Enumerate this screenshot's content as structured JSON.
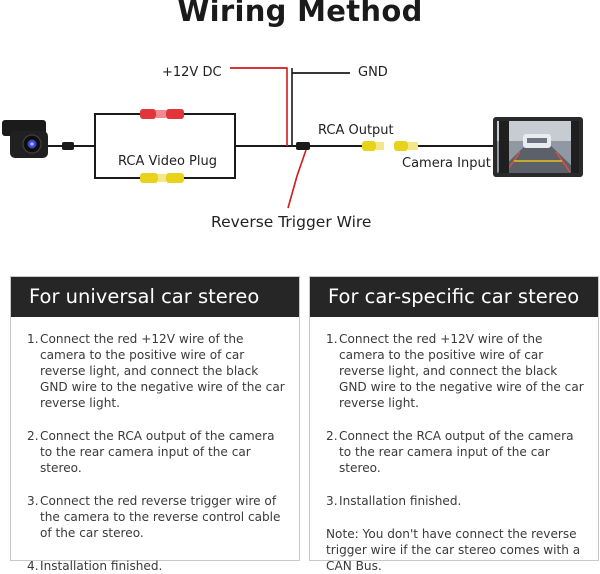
{
  "title": "Wiring Method",
  "diagram": {
    "label_power": "+12V DC",
    "label_gnd": "GND",
    "label_rca_output": "RCA Output",
    "label_camera_input": "Camera Input",
    "label_rca_video_plug": "RCA Video Plug",
    "label_reverse_trigger": "Reverse Trigger Wire",
    "colors": {
      "red_wire": "#d11a1a",
      "black_wire": "#1a1a1a",
      "yellow_plug": "#e8d21c",
      "red_plug": "#e2353b"
    }
  },
  "panels": [
    {
      "heading": "For universal car stereo",
      "steps": [
        {
          "num": "1.",
          "text": "Connect the red +12V wire of the camera to the positive wire of car reverse light, and connect the black GND wire to the negative wire of the car reverse light."
        },
        {
          "num": "2.",
          "text": "Connect the RCA output of the camera to the rear camera input of the car stereo."
        },
        {
          "num": "3.",
          "text": "Connect the red reverse trigger wire of the camera to the reverse control cable of the car stereo."
        },
        {
          "num": "4.",
          "text": "Installation finished."
        }
      ]
    },
    {
      "heading": "For car-specific car stereo",
      "steps": [
        {
          "num": "1.",
          "text": "Connect the red +12V wire of the camera to the positive wire of car reverse light, and connect the black GND wire to the negative wire of the car reverse light."
        },
        {
          "num": "2.",
          "text": "Connect the RCA output of the camera to the rear camera input of the car stereo."
        },
        {
          "num": "3.",
          "text": "Installation finished."
        }
      ],
      "note": "Note: You don't have connect the reverse trigger wire if the car stereo comes with a CAN Bus."
    }
  ]
}
